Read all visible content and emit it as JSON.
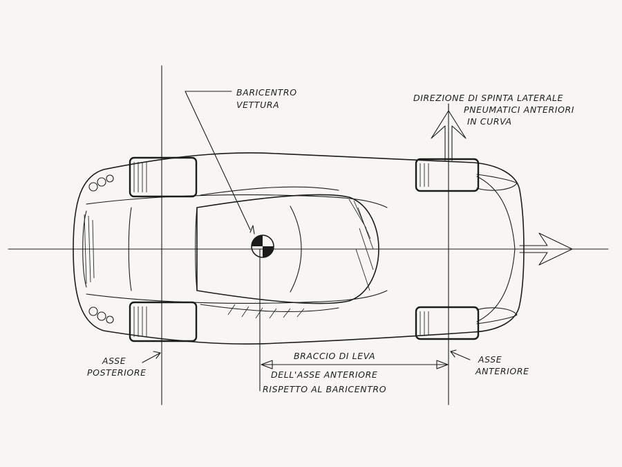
{
  "labels": {
    "cg_line1": "BARICENTRO",
    "cg_line2": "VETTURA",
    "thrust_line1": "DIREZIONE DI SPINTA LATERALE",
    "thrust_line2": "PNEUMATICI ANTERIORI",
    "thrust_line3": "IN CURVA",
    "rear_axle_line1": "ASSE",
    "rear_axle_line2": "POSTERIORE",
    "front_axle_line1": "ASSE",
    "front_axle_line2": "ANTERIORE",
    "lever_line1": "BRACCIO DI LEVA",
    "lever_line2": "DELL'ASSE ANTERIORE",
    "lever_line3": "RISPETTO AL BARICENTRO"
  },
  "colors": {
    "paper": "#f7f6f3",
    "ink": "#1c1c1c"
  },
  "icons": {
    "center_of_gravity": "cg-symbol-icon",
    "lateral_thrust": "double-arrow-up-icon",
    "travel_direction": "double-arrow-right-icon"
  }
}
